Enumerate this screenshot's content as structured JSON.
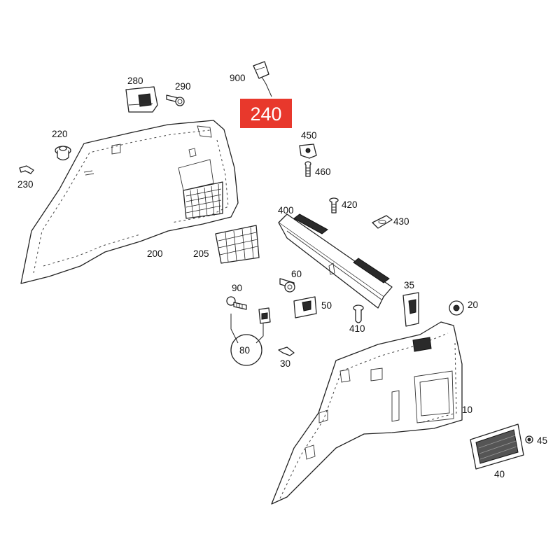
{
  "highlight": {
    "label": "240",
    "color": "#e8382c",
    "text_color": "#ffffff"
  },
  "parts": {
    "p10": "10",
    "p20": "20",
    "p30": "30",
    "p35": "35",
    "p40": "40",
    "p45": "45",
    "p50": "50",
    "p60": "60",
    "p80": "80",
    "p90": "90",
    "p200": "200",
    "p205": "205",
    "p220": "220",
    "p230": "230",
    "p280": "280",
    "p290": "290",
    "p400": "400",
    "p410": "410",
    "p420": "420",
    "p430": "430",
    "p450": "450",
    "p460": "460",
    "p900": "900"
  },
  "colors": {
    "line": "#222222",
    "background": "#ffffff"
  }
}
